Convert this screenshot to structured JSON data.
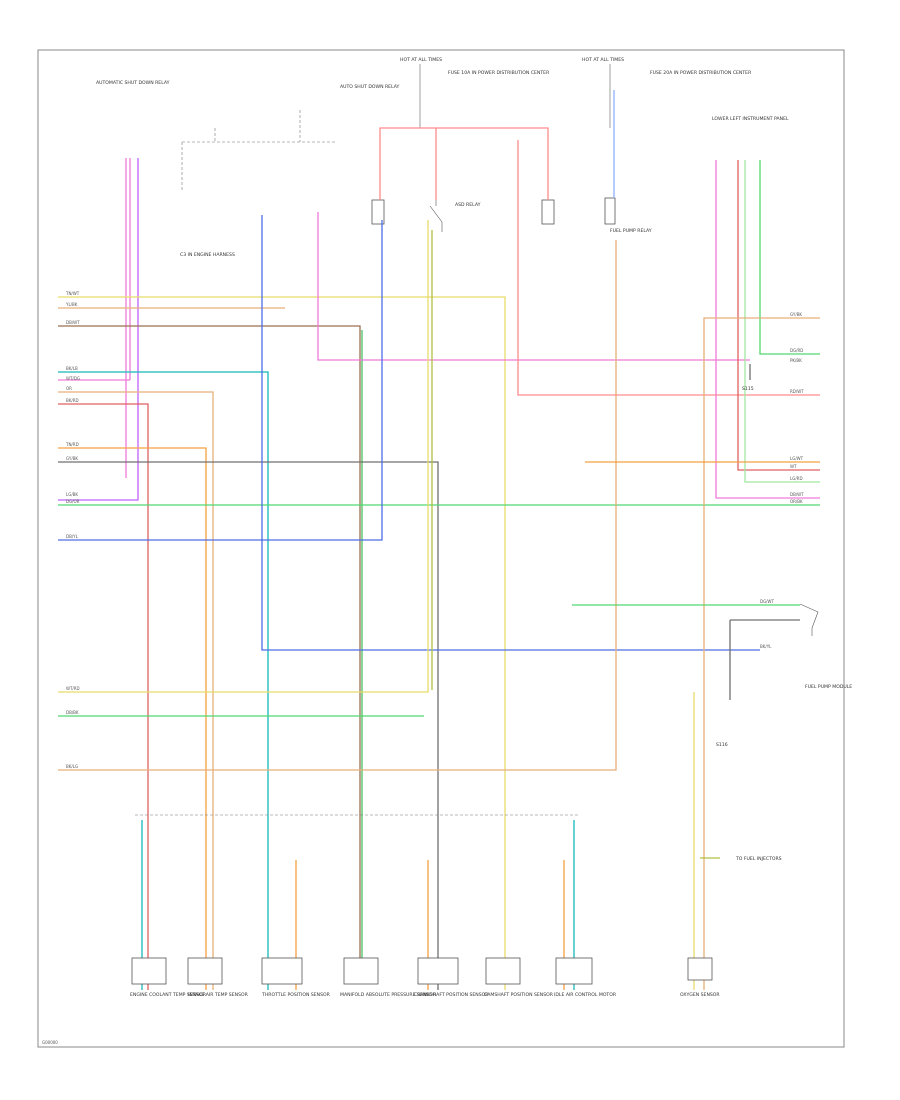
{
  "page_code": "G00000",
  "colors": {
    "pink": "#f07ad8",
    "violet": "#c060ff",
    "yellow": "#e8dc6a",
    "tan": "#e6b07a",
    "brown": "#9a7050",
    "teal": "#18b8b8",
    "blue": "#4d6ee8",
    "red": "#e06060",
    "green": "#50d870",
    "gray": "#707070",
    "orange": "#f4a040",
    "olive": "#b0c040",
    "ltblue": "#8fb0ff",
    "salmon": "#ff8c8c",
    "ltgreen": "#a0e8a0",
    "dkgreen": "#48c060"
  },
  "labels": {
    "top_left_module": "AUTOMATIC SHUT DOWN RELAY",
    "power_left": "HOT AT ALL TIMES",
    "power_right": "HOT AT ALL TIMES",
    "fuse_left": "FUSE 10A IN POWER DISTRIBUTION CENTER",
    "fuse_right": "FUSE 20A IN POWER DISTRIBUTION CENTER",
    "relay_center": "AUTO SHUT DOWN RELAY",
    "relay_side": "ASD RELAY",
    "left_conn": "C3 IN ENGINE HARNESS",
    "right_conn": "LOWER LEFT INSTRUMENT PANEL",
    "right_mid_conn": "FUEL PUMP RELAY",
    "right_lower_module": "FUEL PUMP MODULE",
    "mid_right_splice": "S115",
    "bottom_right_splice": "S116",
    "bottom_right_tag": "TO FUEL INJECTORS",
    "sensors": [
      "ENGINE COOLANT TEMP SENSOR",
      "INTAKE AIR TEMP SENSOR",
      "THROTTLE POSITION SENSOR",
      "MANIFOLD ABSOLUTE PRESSURE SENSOR",
      "CRANKSHAFT POSITION SENSOR",
      "CAMSHAFT POSITION SENSOR",
      "IDLE AIR CONTROL MOTOR",
      "OXYGEN SENSOR"
    ]
  },
  "wire_labels_left": [
    "TN/WT",
    "YL/BK",
    "DB/WT",
    "BK/LB",
    "WT/DG",
    "OR",
    "BK/RD",
    "TN/RD",
    "GY/BK",
    "LG/BK",
    "DG/OR",
    "DB/YL",
    "WT/RD",
    "DB/BK",
    "BK/LG"
  ],
  "wire_labels_right": [
    "GY/BK",
    "DG/RD",
    "PK/BK",
    "RD/WT",
    "LG/WT",
    "WT",
    "LG/RD",
    "DB/WT",
    "OR/BK",
    "DG/WT",
    "BK/YL"
  ]
}
